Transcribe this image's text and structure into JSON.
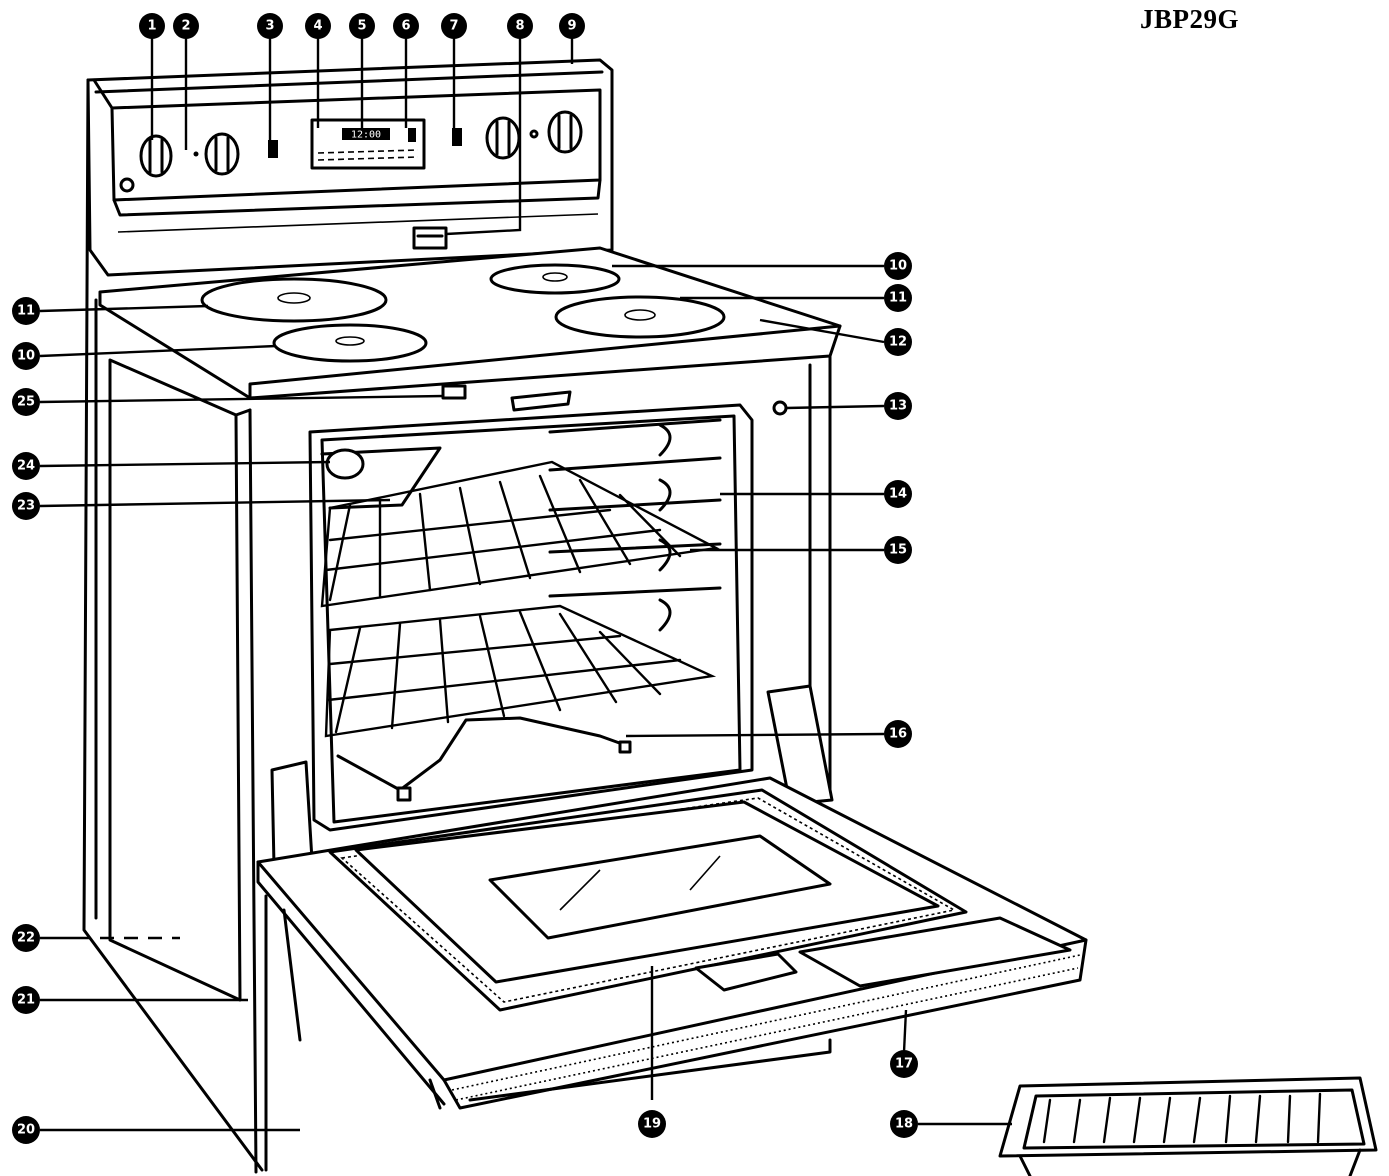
{
  "model": "JBP29G",
  "callouts": [
    {
      "id": "c1",
      "label": "1"
    },
    {
      "id": "c2",
      "label": "2"
    },
    {
      "id": "c3",
      "label": "3"
    },
    {
      "id": "c4",
      "label": "4"
    },
    {
      "id": "c5",
      "label": "5"
    },
    {
      "id": "c6",
      "label": "6"
    },
    {
      "id": "c7",
      "label": "7"
    },
    {
      "id": "c8",
      "label": "8"
    },
    {
      "id": "c9",
      "label": "9"
    },
    {
      "id": "c10a",
      "label": "10"
    },
    {
      "id": "c11a",
      "label": "11"
    },
    {
      "id": "c11b",
      "label": "11"
    },
    {
      "id": "c12",
      "label": "12"
    },
    {
      "id": "c10b",
      "label": "10"
    },
    {
      "id": "c25",
      "label": "25"
    },
    {
      "id": "c13",
      "label": "13"
    },
    {
      "id": "c24",
      "label": "24"
    },
    {
      "id": "c14",
      "label": "14"
    },
    {
      "id": "c23",
      "label": "23"
    },
    {
      "id": "c15",
      "label": "15"
    },
    {
      "id": "c16",
      "label": "16"
    },
    {
      "id": "c22",
      "label": "22"
    },
    {
      "id": "c21",
      "label": "21"
    },
    {
      "id": "c17",
      "label": "17"
    },
    {
      "id": "c18",
      "label": "18"
    },
    {
      "id": "c20",
      "label": "20"
    },
    {
      "id": "c19",
      "label": "19"
    }
  ],
  "display": {
    "clock": "12:00"
  },
  "icons": [
    "range-illustration",
    "callout-badge-icon"
  ]
}
